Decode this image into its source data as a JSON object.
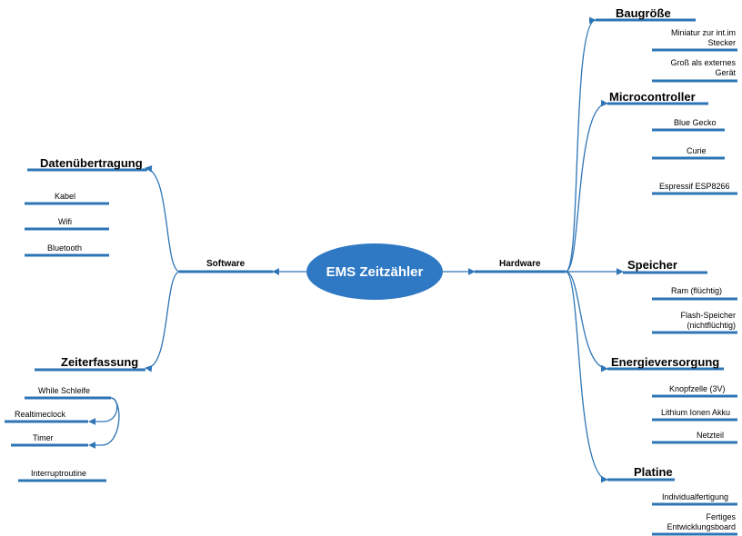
{
  "center": "EMS Zeitzähler",
  "left_branch": {
    "label": "Software",
    "topics": [
      {
        "title": "Datenübertragung",
        "items": [
          "Kabel",
          "Wifi",
          "Bluetooth"
        ]
      },
      {
        "title": "Zeiterfassung",
        "items": [
          "While Schleife",
          "Realtimeclock",
          "Timer",
          "Interruptroutine"
        ]
      }
    ]
  },
  "right_branch": {
    "label": "Hardware",
    "topics": [
      {
        "title": "Baugröße",
        "items": [
          "Miniatur zur int.im Stecker",
          "Groß als externes Gerät"
        ]
      },
      {
        "title": "Microcontroller",
        "items": [
          "Blue Gecko",
          "Curie",
          "Espressif ESP8266"
        ]
      },
      {
        "title": "Speicher",
        "items": [
          "Ram (flüchtig)",
          "Flash-Speicher (nichtflüchtig)"
        ]
      },
      {
        "title": "Energieversorgung",
        "items": [
          "Knopfzelle (3V)",
          "Lithium Ionen Akku",
          "Netzteil"
        ]
      },
      {
        "title": "Platine",
        "items": [
          "Individualfertigung",
          "Fertiges Entwicklungsboard"
        ]
      }
    ]
  },
  "colors": {
    "line": "#2e75b6",
    "node": "#2e78c4"
  }
}
